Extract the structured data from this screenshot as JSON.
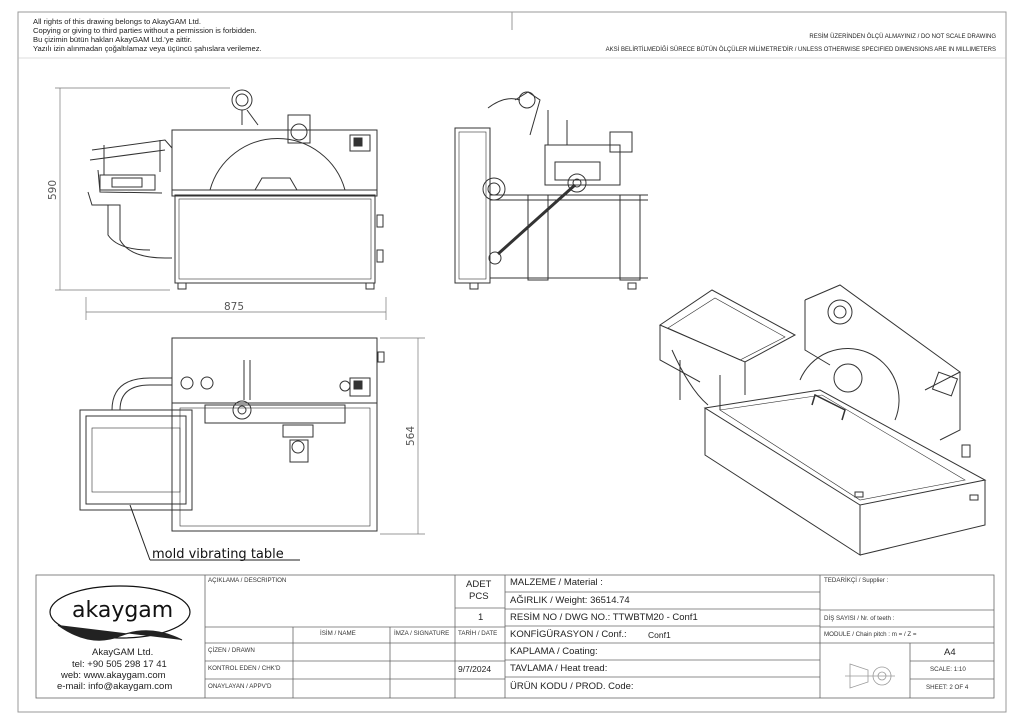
{
  "header": {
    "left_lines": [
      "All rights of this drawing belongs to AkayGAM Ltd.",
      "Copying or giving to third parties without a permission is forbidden.",
      "Bu çizimin bütün hakları AkayGAM Ltd.'ye aittir.",
      "Yazılı izin alınmadan çoğaltılamaz veya üçüncü şahıslara verilemez."
    ],
    "right_line1": "RESİM ÜZERİNDEN ÖLÇÜ ALMAYINIZ / DO NOT SCALE DRAWING",
    "right_line2": "AKSİ BELİRTİLMEDİĞİ SÜRECE BÜTÜN ÖLÇÜLER MİLİMETRE'DİR / UNLESS OTHERWISE SPECIFIED DIMENSIONS ARE IN MILLIMETERS"
  },
  "dimensions": {
    "height_front": "590",
    "width_front": "875",
    "depth_top": "564"
  },
  "callout": "mold vibrating table",
  "company": {
    "logo_text": "akaygam",
    "name": "AkayGAM Ltd.",
    "tel": "tel: +90 505 298 17 41",
    "web": "web: www.akaygam.com",
    "email": "e-mail: info@akaygam.com"
  },
  "title_block": {
    "description_label": "AÇIKLAMA / DESCRIPTION",
    "qty_label_1": "ADET",
    "qty_label_2": "PCS",
    "qty_value": "1",
    "material": "MALZEME / Material :",
    "weight": "AĞIRLIK / Weight: 36514.74",
    "dwg_no": "RESİM NO / DWG NO.: TTWBTM20 - Conf1",
    "config": "KONFİGÜRASYON / Conf.:",
    "config_value": "Conf1",
    "coating": "KAPLAMA / Coating:",
    "heat": "TAVLAMA / Heat tread:",
    "prod_code": "ÜRÜN KODU / PROD. Code:",
    "name_label": "İSİM / NAME",
    "sign_label": "İMZA / SIGNATURE",
    "date_label": "TARİH / DATE",
    "drawn_label": "ÇİZEN / DRAWN",
    "checked_label": "KONTROL EDEN / CHK'D",
    "approved_label": "ONAYLAYAN / APPV'D",
    "date_value": "9/7/2024",
    "supplier_label": "TEDARİKÇİ / Supplier :",
    "teeth_label": "DİŞ SAYISI / Nr. of teeth :",
    "module_label": "MODULE / Chain pitch :  m =  / Z =",
    "paper": "A4",
    "scale": "SCALE: 1:10",
    "sheet": "SHEET: 2 OF 4"
  }
}
